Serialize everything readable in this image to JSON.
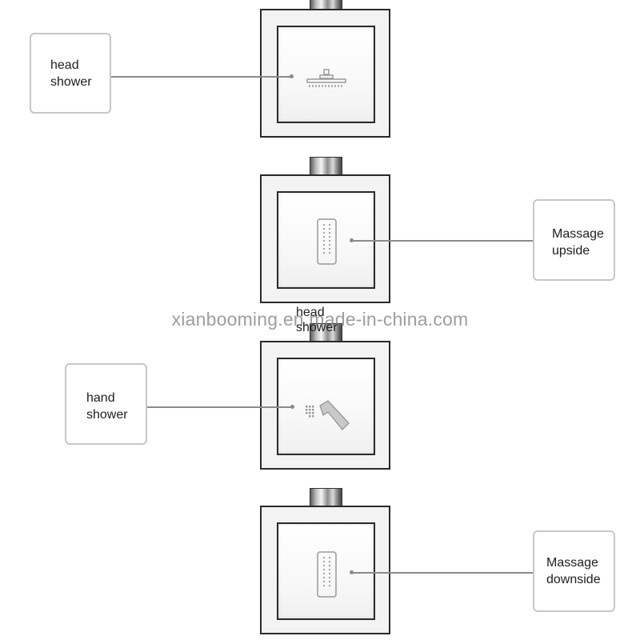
{
  "valves": [
    {
      "id": "valve-1",
      "label_lines": [
        "head",
        "shower"
      ],
      "icon": "head-shower-icon",
      "callout_side": "left"
    },
    {
      "id": "valve-2",
      "label_lines": [
        "Massage",
        "upside"
      ],
      "icon": "massage-jet-icon",
      "callout_side": "right"
    },
    {
      "id": "valve-3",
      "label_lines": [
        "hand",
        "shower"
      ],
      "icon": "hand-shower-icon",
      "callout_side": "left"
    },
    {
      "id": "valve-4",
      "label_lines": [
        "Massage",
        "downside"
      ],
      "icon": "massage-jet-icon",
      "callout_side": "right"
    }
  ],
  "overlay_label": {
    "lines": [
      "head",
      "shower"
    ]
  },
  "watermark": "xianbooming.en.made-in-china.com",
  "colors": {
    "frame": "#2a2a2a",
    "plate": "#f3f3f3",
    "callout_border": "#c7c7c7",
    "leader": "#8a8a8a",
    "icon_gray": "#9a9a9a"
  }
}
